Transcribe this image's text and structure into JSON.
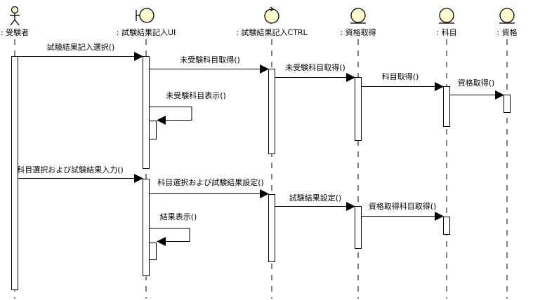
{
  "diagram": {
    "type": "UML sequence diagram",
    "colors": {
      "icon_fill": "#fffdd0",
      "line": "#000000",
      "background": "#ffffff"
    }
  },
  "participants": [
    {
      "id": "p0",
      "name": ": 受験者",
      "kind": "actor",
      "icon": "actor-icon"
    },
    {
      "id": "p1",
      "name": ": 試験結果記入UI",
      "kind": "boundary",
      "icon": "boundary-icon"
    },
    {
      "id": "p2",
      "name": ": 試験結果記入CTRL",
      "kind": "control",
      "icon": "control-icon"
    },
    {
      "id": "p3",
      "name": ": 資格取得",
      "kind": "entity",
      "icon": "entity-icon"
    },
    {
      "id": "p4",
      "name": ": 科目",
      "kind": "entity",
      "icon": "entity-icon"
    },
    {
      "id": "p5",
      "name": ": 資格",
      "kind": "entity",
      "icon": "entity-icon"
    }
  ],
  "messages": [
    {
      "from": "p0",
      "to": "p1",
      "label": "試験結果記入選択()"
    },
    {
      "from": "p1",
      "to": "p2",
      "label": "未受験科目取得()"
    },
    {
      "from": "p2",
      "to": "p3",
      "label": "未受験科目取得()"
    },
    {
      "from": "p3",
      "to": "p4",
      "label": "科目取得()"
    },
    {
      "from": "p4",
      "to": "p5",
      "label": "資格取得()"
    },
    {
      "from": "p1",
      "to": "p1",
      "label": "未受験科目表示()"
    },
    {
      "from": "p0",
      "to": "p1",
      "label": "科目選択および試験結果入力()"
    },
    {
      "from": "p1",
      "to": "p2",
      "label": "科目選択および試験結果設定()"
    },
    {
      "from": "p2",
      "to": "p3",
      "label": "試験結果設定()"
    },
    {
      "from": "p3",
      "to": "p4",
      "label": "資格取得科目取得()"
    },
    {
      "from": "p1",
      "to": "p1",
      "label": "結果表示()"
    }
  ]
}
